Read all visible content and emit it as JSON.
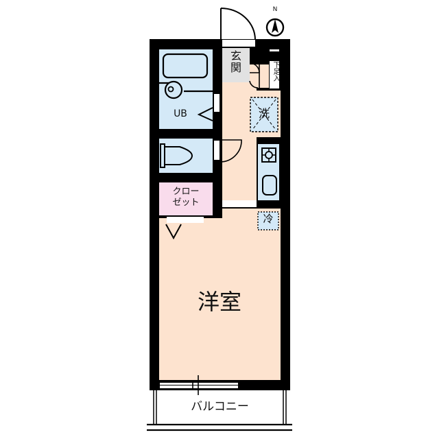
{
  "plan": {
    "compass": {
      "label": "N"
    },
    "rooms": {
      "genkan": {
        "label_line1": "玄",
        "label_line2": "関"
      },
      "shoe_box": {
        "label": "下足入"
      },
      "bath": {
        "label": "UB"
      },
      "laundry": {
        "label": "洗"
      },
      "closet": {
        "label_line1": "クロー",
        "label_line2": "ゼット"
      },
      "fridge": {
        "label": "冷"
      },
      "western_room": {
        "label": "洋室"
      },
      "balcony": {
        "label": "バルコニー"
      }
    },
    "colors": {
      "wall": "#000000",
      "wet_area": "#d4e9f7",
      "floor": "#fde3cf",
      "entrance": "#e2e2e2",
      "closet": "#f9dcec"
    }
  }
}
